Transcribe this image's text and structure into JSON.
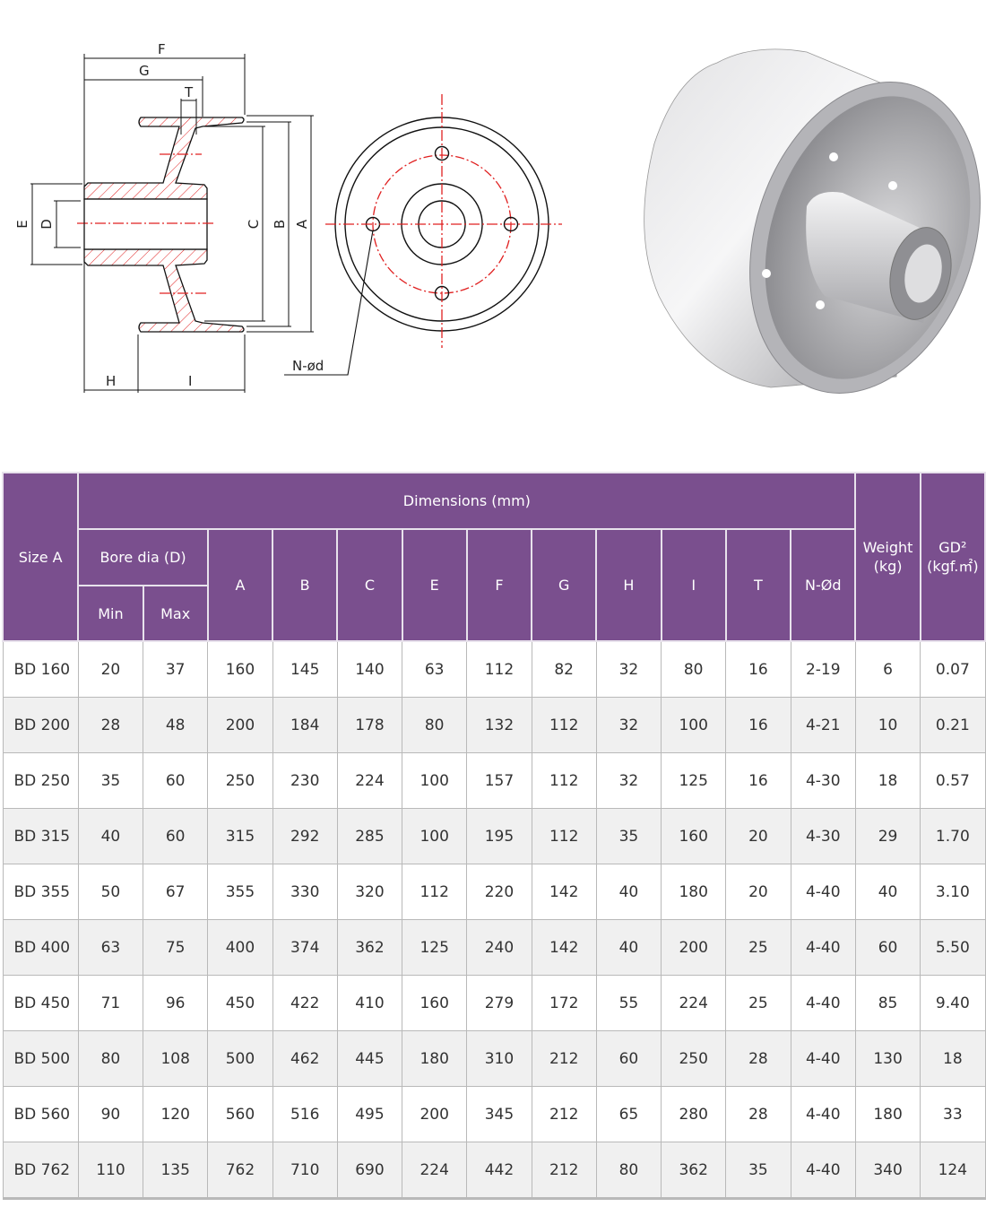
{
  "drawing": {
    "labels": {
      "F": "F",
      "G": "G",
      "T": "T",
      "E": "E",
      "D": "D",
      "C": "C",
      "B": "B",
      "A": "A",
      "H": "H",
      "I": "I",
      "holes": "N-ød"
    },
    "colors": {
      "hatch": "#e02020",
      "line": "#111111",
      "centerline": "#e02020"
    }
  },
  "product_image": {
    "alt": "Brake drum coupling 3D render"
  },
  "table": {
    "header": {
      "size": "Size A",
      "dimensions": "Dimensions (mm)",
      "bore": "Bore dia (D)",
      "min": "Min",
      "max": "Max",
      "cols": [
        "A",
        "B",
        "C",
        "E",
        "F",
        "G",
        "H",
        "I",
        "T",
        "N-Ød"
      ],
      "weight_line1": "Weight",
      "weight_line2": "(kg)",
      "gd2_line1": "GD²",
      "gd2_line2": "(kgf.㎡)"
    },
    "colors": {
      "header_bg": "#7a4f8e",
      "header_text": "#ffffff",
      "row_alt": "#f0f0f0",
      "grid": "#b9b9b9"
    },
    "rows": [
      [
        "BD 160",
        "20",
        "37",
        "160",
        "145",
        "140",
        "63",
        "112",
        "82",
        "32",
        "80",
        "16",
        "2-19",
        "6",
        "0.07"
      ],
      [
        "BD 200",
        "28",
        "48",
        "200",
        "184",
        "178",
        "80",
        "132",
        "112",
        "32",
        "100",
        "16",
        "4-21",
        "10",
        "0.21"
      ],
      [
        "BD 250",
        "35",
        "60",
        "250",
        "230",
        "224",
        "100",
        "157",
        "112",
        "32",
        "125",
        "16",
        "4-30",
        "18",
        "0.57"
      ],
      [
        "BD 315",
        "40",
        "60",
        "315",
        "292",
        "285",
        "100",
        "195",
        "112",
        "35",
        "160",
        "20",
        "4-30",
        "29",
        "1.70"
      ],
      [
        "BD 355",
        "50",
        "67",
        "355",
        "330",
        "320",
        "112",
        "220",
        "142",
        "40",
        "180",
        "20",
        "4-40",
        "40",
        "3.10"
      ],
      [
        "BD 400",
        "63",
        "75",
        "400",
        "374",
        "362",
        "125",
        "240",
        "142",
        "40",
        "200",
        "25",
        "4-40",
        "60",
        "5.50"
      ],
      [
        "BD 450",
        "71",
        "96",
        "450",
        "422",
        "410",
        "160",
        "279",
        "172",
        "55",
        "224",
        "25",
        "4-40",
        "85",
        "9.40"
      ],
      [
        "BD 500",
        "80",
        "108",
        "500",
        "462",
        "445",
        "180",
        "310",
        "212",
        "60",
        "250",
        "28",
        "4-40",
        "130",
        "18"
      ],
      [
        "BD 560",
        "90",
        "120",
        "560",
        "516",
        "495",
        "200",
        "345",
        "212",
        "65",
        "280",
        "28",
        "4-40",
        "180",
        "33"
      ],
      [
        "BD 762",
        "110",
        "135",
        "762",
        "710",
        "690",
        "224",
        "442",
        "212",
        "80",
        "362",
        "35",
        "4-40",
        "340",
        "124"
      ]
    ]
  }
}
